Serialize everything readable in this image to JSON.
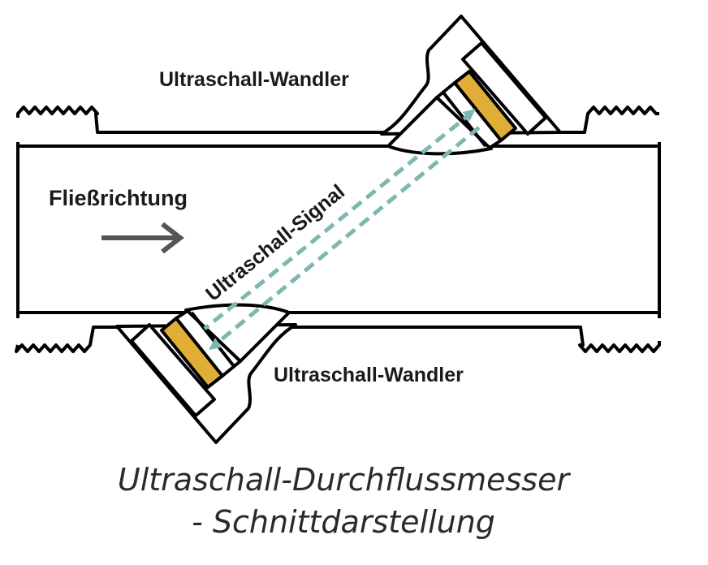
{
  "labels": {
    "transducer_top": "Ultraschall-Wandler",
    "transducer_bottom": "Ultraschall-Wandler",
    "flow_direction": "Fließrichtung",
    "signal": "Ultraschall-Signal"
  },
  "title": {
    "line1": "Ultraschall-Durchflussmesser",
    "line2": "- Schnittdarstellung"
  },
  "icons": {
    "flow_arrow": "arrow-right-icon"
  },
  "colors": {
    "crystal": "#e0ae36",
    "signal": "#7cb8b1",
    "arrow": "#555555"
  }
}
